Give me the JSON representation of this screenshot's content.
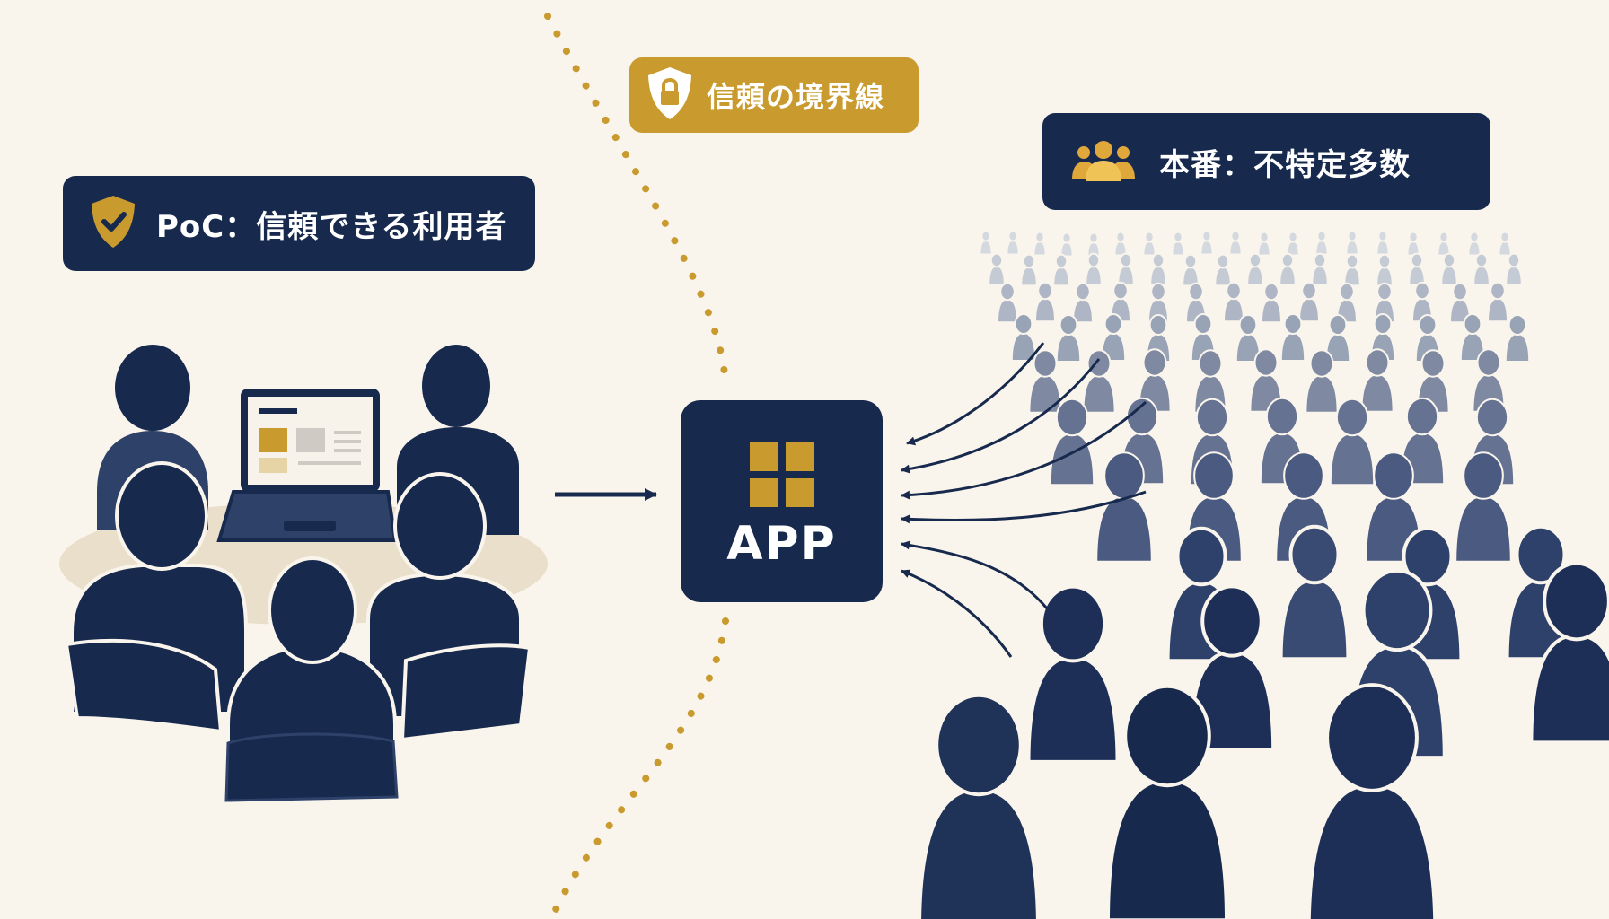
{
  "labels": {
    "poc": "PoC：信頼できる利用者",
    "boundary": "信頼の境界線",
    "production": "本番：不特定多数"
  },
  "app": {
    "label": "APP"
  },
  "icons": {
    "poc": "shield-check-icon",
    "boundary": "shield-lock-icon",
    "production": "group-icon",
    "app": "app-grid-icon"
  },
  "colors": {
    "background": "#faf5ec",
    "navy": "#172a4e",
    "gold": "#c99a2e",
    "light_gold": "#e7d4a6",
    "table": "#eadfcb"
  }
}
